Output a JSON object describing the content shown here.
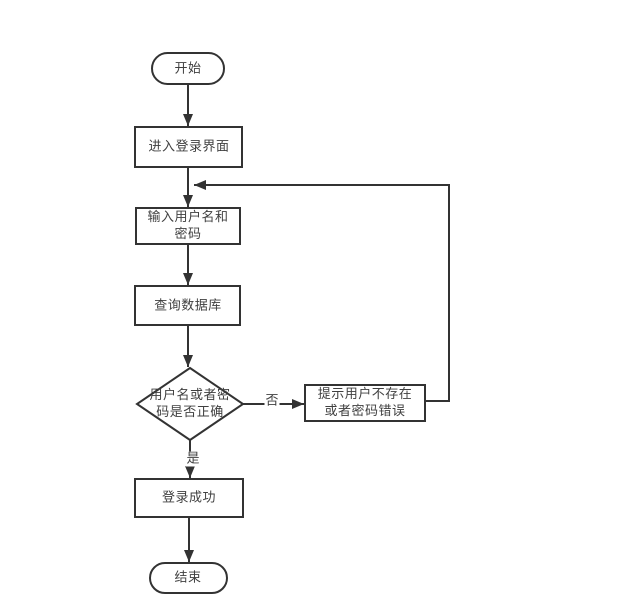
{
  "flowchart": {
    "nodes": {
      "start": {
        "label": "开始",
        "shape": "terminator"
      },
      "enter_login": {
        "label": "进入登录界面",
        "shape": "process"
      },
      "input_credentials": {
        "label": "输入用户名和\n密码",
        "shape": "process"
      },
      "query_database": {
        "label": "查询数据库",
        "shape": "process"
      },
      "check_credentials": {
        "label": "用户名或者密\n码是否正确",
        "shape": "decision"
      },
      "error_prompt": {
        "label": "提示用户不存在\n或者密码错误",
        "shape": "process"
      },
      "login_success": {
        "label": "登录成功",
        "shape": "process"
      },
      "end": {
        "label": "结束",
        "shape": "terminator"
      }
    },
    "edge_labels": {
      "no": "否",
      "yes": "是"
    },
    "colors": {
      "stroke": "#333333",
      "text": "#404040",
      "background": "#ffffff"
    }
  }
}
